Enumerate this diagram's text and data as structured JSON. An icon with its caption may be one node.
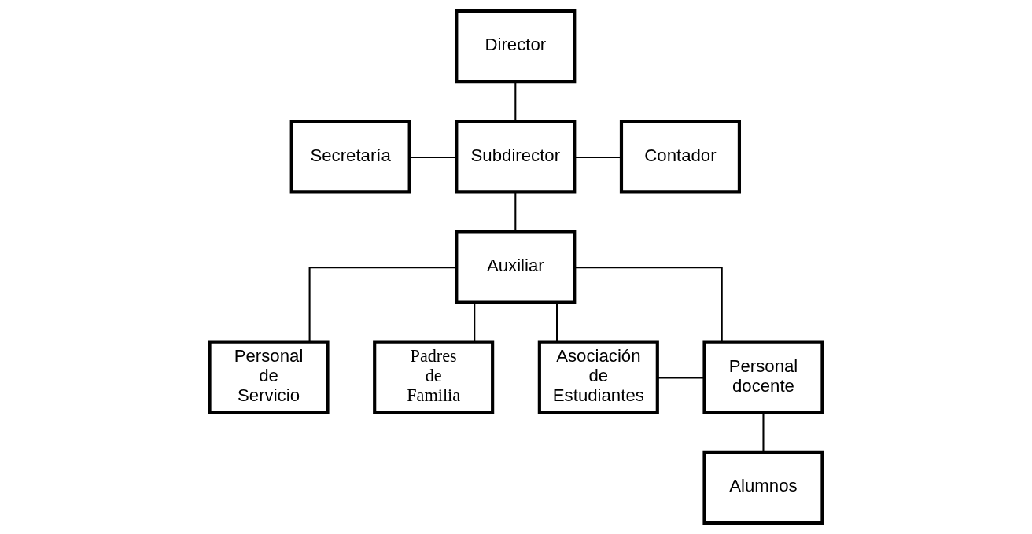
{
  "diagram": {
    "nodes": [
      {
        "text": [
          "Director"
        ]
      },
      {
        "text": [
          "Secretaría"
        ]
      },
      {
        "text": [
          "Subdirector"
        ]
      },
      {
        "text": [
          "Contador"
        ]
      },
      {
        "text": [
          "Auxiliar"
        ]
      },
      {
        "text": [
          "Personal de Servicio"
        ]
      },
      {
        "text": [
          "Padres de Familia"
        ]
      },
      {
        "text": [
          "Asociación de Estudiantes"
        ]
      },
      {
        "text": [
          "Personal docente"
        ]
      },
      {
        "text": [
          "Alumnos"
        ]
      }
    ],
    "edges": [
      {
        "from": 0,
        "to": 2,
        "arrow": "none"
      },
      {
        "from": 1,
        "to": 2,
        "arrow": "none"
      },
      {
        "from": 2,
        "to": 3,
        "arrow": "none"
      },
      {
        "from": 2,
        "to": 4,
        "arrow": "none"
      },
      {
        "from": 4,
        "to": 5,
        "arrow": "none"
      },
      {
        "from": 4,
        "to": 6,
        "arrow": "none"
      },
      {
        "from": 4,
        "to": 7,
        "arrow": "none"
      },
      {
        "from": 4,
        "to": 8,
        "arrow": "none"
      },
      {
        "from": 7,
        "to": 8,
        "arrow": "none"
      },
      {
        "from": 8,
        "to": 9,
        "arrow": "none"
      }
    ]
  }
}
